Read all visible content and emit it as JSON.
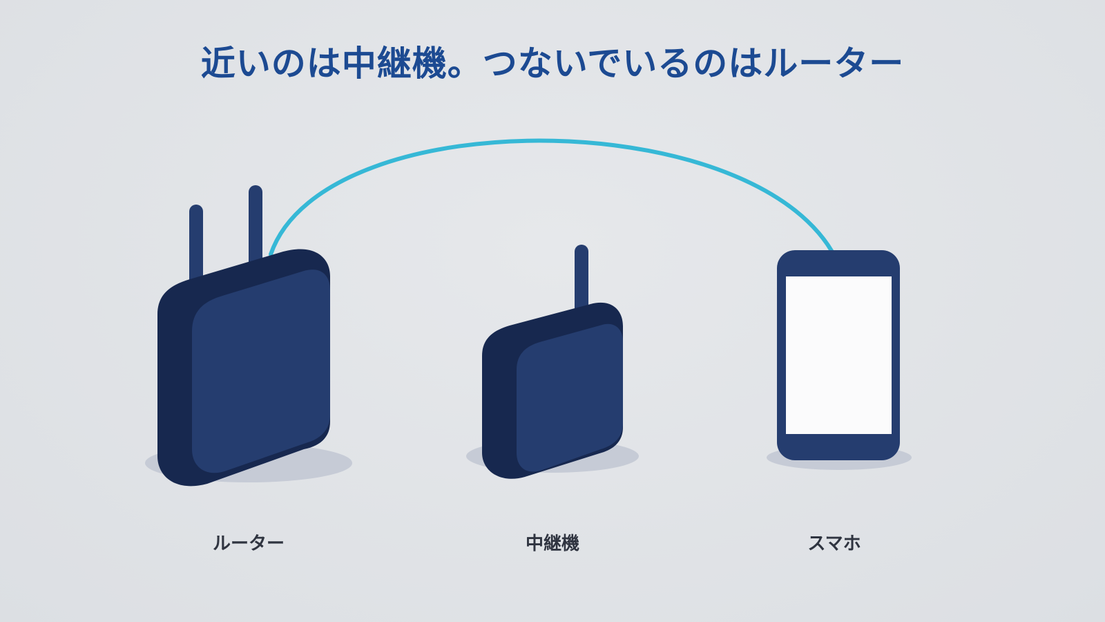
{
  "headline": "近いのは中継機。つないでいるのはルーター",
  "devices": {
    "router": {
      "label": "ルーター",
      "icon": "router-icon"
    },
    "repeater": {
      "label": "中継機",
      "icon": "repeater-icon"
    },
    "phone": {
      "label": "スマホ",
      "icon": "smartphone-icon"
    }
  },
  "connection": {
    "from": "router",
    "to": "phone"
  },
  "colors": {
    "title": "#1c4a92",
    "device_face": "#253d6f",
    "device_side": "#17284f",
    "link": "#36b8d6",
    "label": "#2f3440",
    "background": "#e1e3e7"
  }
}
